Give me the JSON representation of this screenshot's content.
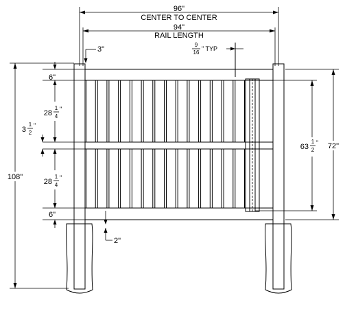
{
  "dimensions": {
    "center_to_center": {
      "value": "96\"",
      "label": "CENTER TO CENTER"
    },
    "rail_length": {
      "value": "94\"",
      "label": "RAIL LENGTH"
    },
    "post_offset": "3\"",
    "picket_spacing": {
      "numerator": "9",
      "denominator": "16",
      "suffix": "\" TYP"
    },
    "top_rail": "6\"",
    "bottom_rail": "6\"",
    "upper_bay": {
      "whole": "28",
      "numerator": "1",
      "denominator": "4",
      "unit": "\""
    },
    "lower_bay": {
      "whole": "28",
      "numerator": "1",
      "denominator": "4",
      "unit": "\""
    },
    "mid_rail": {
      "whole": "3",
      "numerator": "1",
      "denominator": "2",
      "unit": "\""
    },
    "overall_post": "108\"",
    "picket_height": {
      "whole": "63",
      "numerator": "1",
      "denominator": "2",
      "unit": "\""
    },
    "fence_height": "72\"",
    "ground_clearance": "2\""
  },
  "picket_count": 14
}
